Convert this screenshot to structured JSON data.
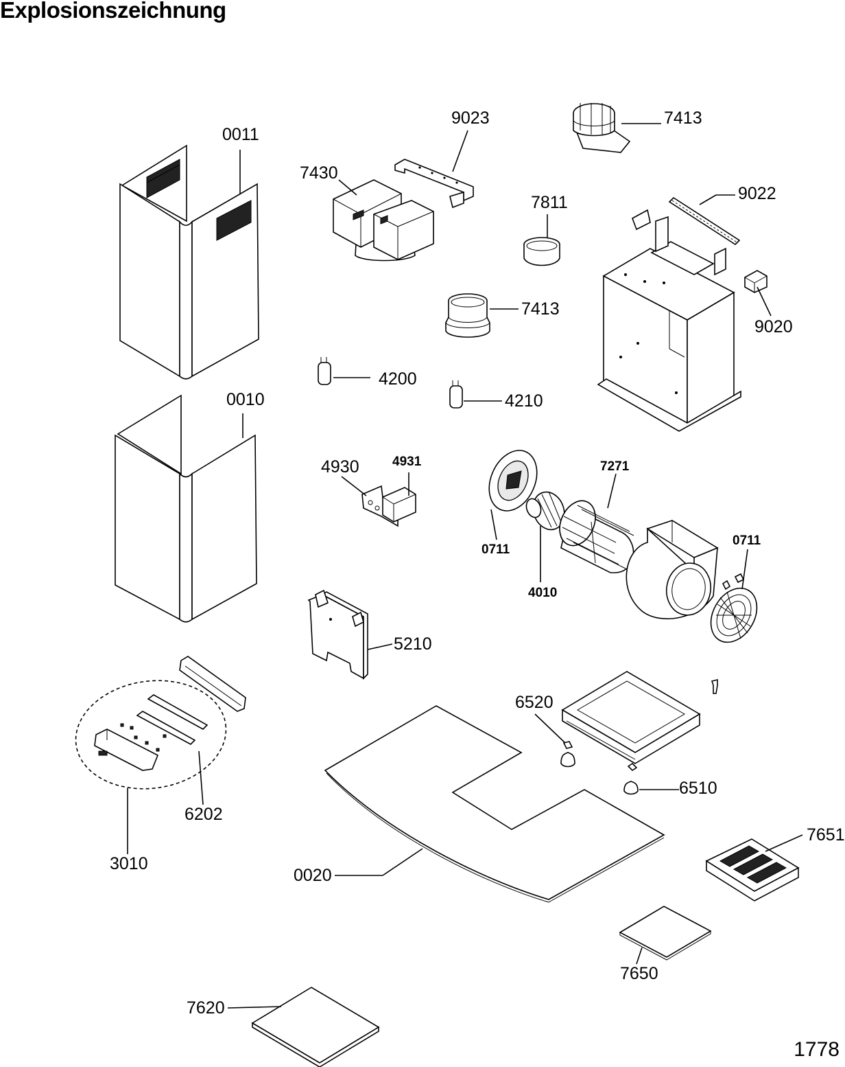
{
  "title": "Explosionszeichnung",
  "drawing_code": "1778",
  "parts": [
    {
      "number": "0011"
    },
    {
      "number": "9023"
    },
    {
      "number": "7430"
    },
    {
      "number": "7413"
    },
    {
      "number": "7811"
    },
    {
      "number": "9022"
    },
    {
      "number": "7413"
    },
    {
      "number": "9020"
    },
    {
      "number": "4200"
    },
    {
      "number": "4210"
    },
    {
      "number": "0010"
    },
    {
      "number": "4930"
    },
    {
      "number": "4931"
    },
    {
      "number": "7271"
    },
    {
      "number": "0711"
    },
    {
      "number": "0711"
    },
    {
      "number": "4010"
    },
    {
      "number": "5210"
    },
    {
      "number": "6520"
    },
    {
      "number": "6510"
    },
    {
      "number": "6202"
    },
    {
      "number": "3010"
    },
    {
      "number": "0020"
    },
    {
      "number": "7651"
    },
    {
      "number": "7650"
    },
    {
      "number": "7620"
    }
  ]
}
